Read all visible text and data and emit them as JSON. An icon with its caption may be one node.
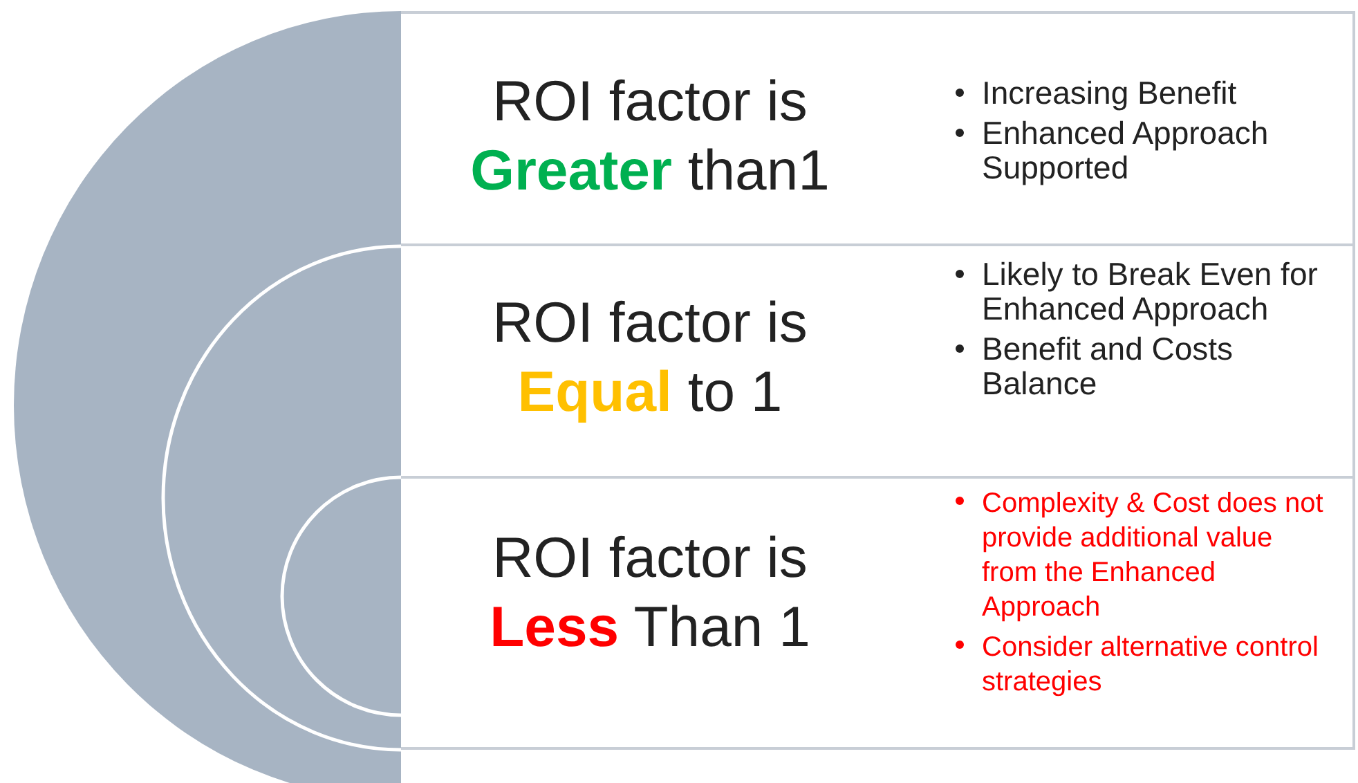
{
  "diagram": {
    "nodes": [
      {
        "text": [
          "ROI factor is **Greater** than1",
          "Increasing Benefit",
          "Enhanced Approach Supported"
        ]
      },
      {
        "text": [
          "ROI factor is **Equal** to 1",
          "Likely to Break Even for Enhanced Approach",
          "Benefit and Costs Balance"
        ]
      },
      {
        "text": [
          "ROI factor is **Less** Than 1",
          "Complexity & Cost does not provide additional value from the Enhanced Approach",
          "Consider alternative control strategies"
        ]
      },
      {
        "text": [],
        "shape": "bar"
      }
    ]
  }
}
